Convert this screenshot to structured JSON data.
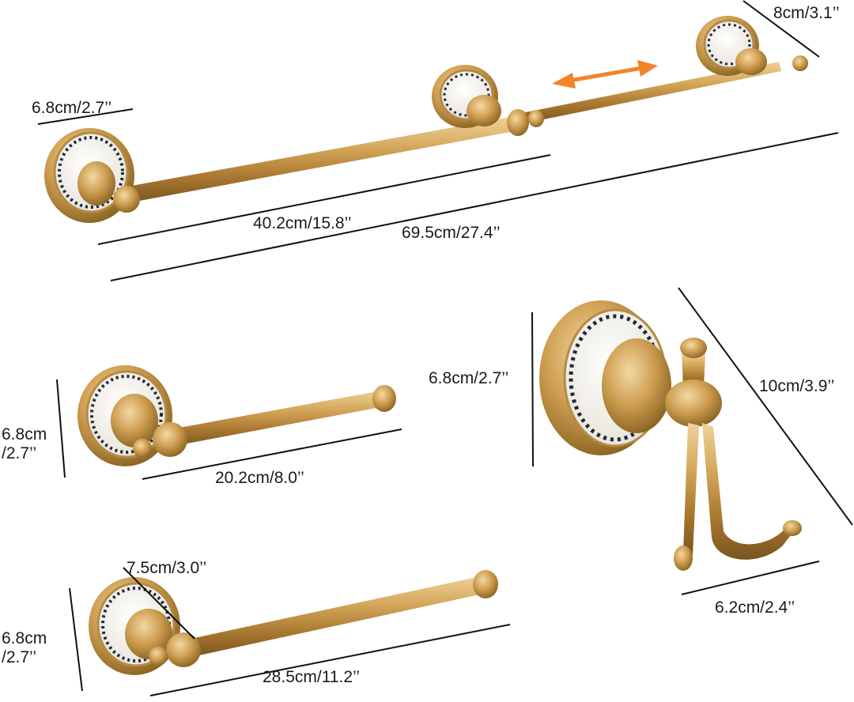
{
  "product": {
    "finish_color": "#c79a4c",
    "ceramic_color": "#f5f3ec",
    "pattern_color": "#1f2a3d",
    "arrow_color": "#f2842a"
  },
  "towel_bar": {
    "width_label": "6.8cm/2.7’’",
    "depth_label": "8cm/3.1’’",
    "min_length_label": "40.2cm/15.8’’",
    "max_length_label": "69.5cm/27.4’’"
  },
  "paper_holder": {
    "height_label": "6.8cm\n/2.7’’",
    "length_label": "20.2cm/8.0’’"
  },
  "robe_hook": {
    "height_label": "6.8cm/2.7’’",
    "length_label": "10cm/3.9’’",
    "width_label": "6.2cm/2.4’’"
  },
  "towel_ring_bar": {
    "depth_label": "7.5cm/3.0’’",
    "height_label": "6.8cm\n/2.7’’",
    "length_label": "28.5cm/11.2’’"
  }
}
